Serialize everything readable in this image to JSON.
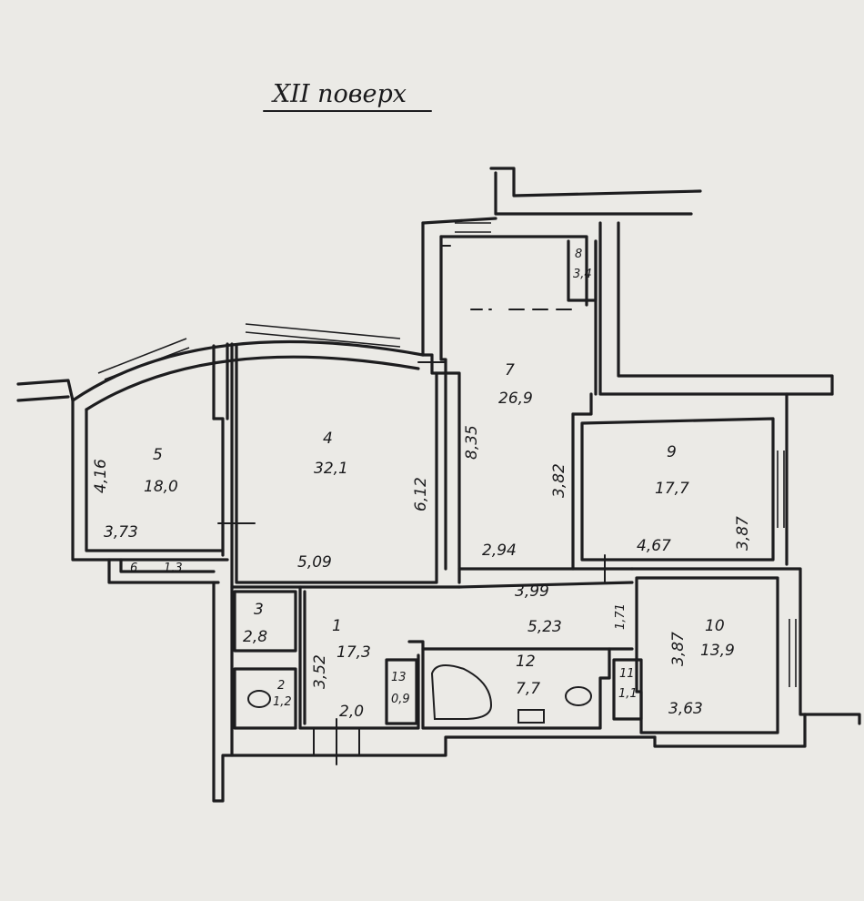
{
  "title": "XII поверх",
  "rooms": [
    {
      "id": "1",
      "number": "1",
      "area": "17,3"
    },
    {
      "id": "2",
      "number": "2",
      "area": "1,2"
    },
    {
      "id": "3",
      "number": "3",
      "area": "2,8"
    },
    {
      "id": "4",
      "number": "4",
      "area": "32,1"
    },
    {
      "id": "5",
      "number": "5",
      "area": "18,0"
    },
    {
      "id": "6",
      "number": "6",
      "area": "1,3"
    },
    {
      "id": "7",
      "number": "7",
      "area": "26,9"
    },
    {
      "id": "8",
      "number": "8",
      "area": "3,4"
    },
    {
      "id": "9",
      "number": "9",
      "area": "17,7"
    },
    {
      "id": "10",
      "number": "10",
      "area": "13,9"
    },
    {
      "id": "11",
      "number": "11",
      "area": "1,1"
    },
    {
      "id": "12",
      "number": "12",
      "area": "7,7"
    },
    {
      "id": "13",
      "number": "13",
      "area": "0,9"
    }
  ],
  "dimensions": {
    "r5_height": "4,16",
    "r5_width": "3,73",
    "r4_width": "5,09",
    "r4_height": "6,12",
    "r7_height": "8,35",
    "r7_width": "2,94",
    "r7_side": "3,82",
    "r9_width": "4,67",
    "r9_height": "3,87",
    "corridor_width": "3,99",
    "corridor_length": "5,23",
    "corridor_small": "1,71",
    "r1_height": "3,52",
    "r1_width": "2,0",
    "r10_height": "3,87",
    "r10_width": "3,63"
  }
}
